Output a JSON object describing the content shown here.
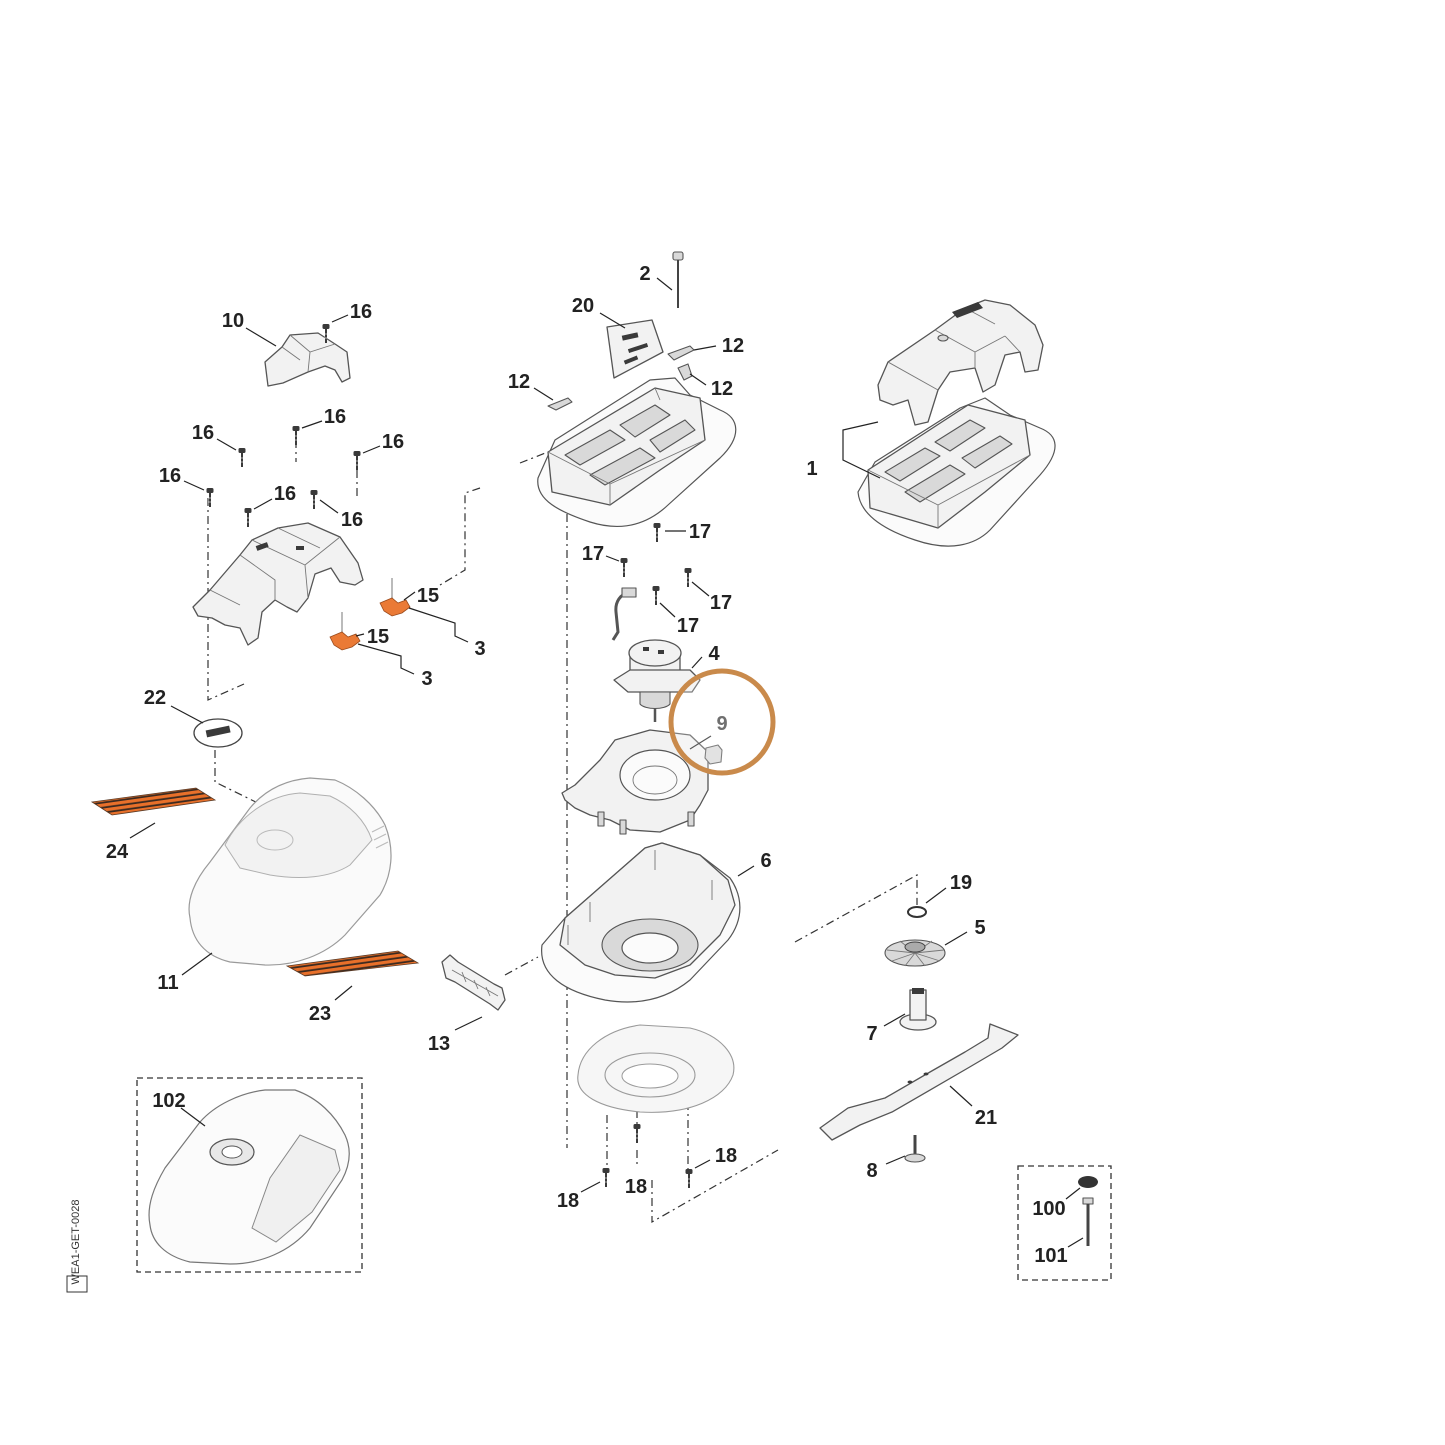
{
  "diagram": {
    "drawing_code": "WEA1-GET-0028"
  },
  "callouts": [
    "2",
    "20",
    "12",
    "12",
    "12",
    "10",
    "16",
    "16",
    "16",
    "16",
    "16",
    "16",
    "16",
    "1",
    "17",
    "17",
    "17",
    "17",
    "15",
    "15",
    "3",
    "3",
    "4",
    "22",
    "24",
    "6",
    "19",
    "5",
    "11",
    "23",
    "13",
    "7",
    "21",
    "8",
    "102",
    "18",
    "18",
    "18",
    "100",
    "101"
  ],
  "highlight": {
    "part": "9",
    "ring_color": "#c98a4b"
  },
  "colors": {
    "line": "#555555",
    "label": "#222222",
    "sticker_orange": "#e8702a",
    "clip_orange": "#ea7a36"
  }
}
